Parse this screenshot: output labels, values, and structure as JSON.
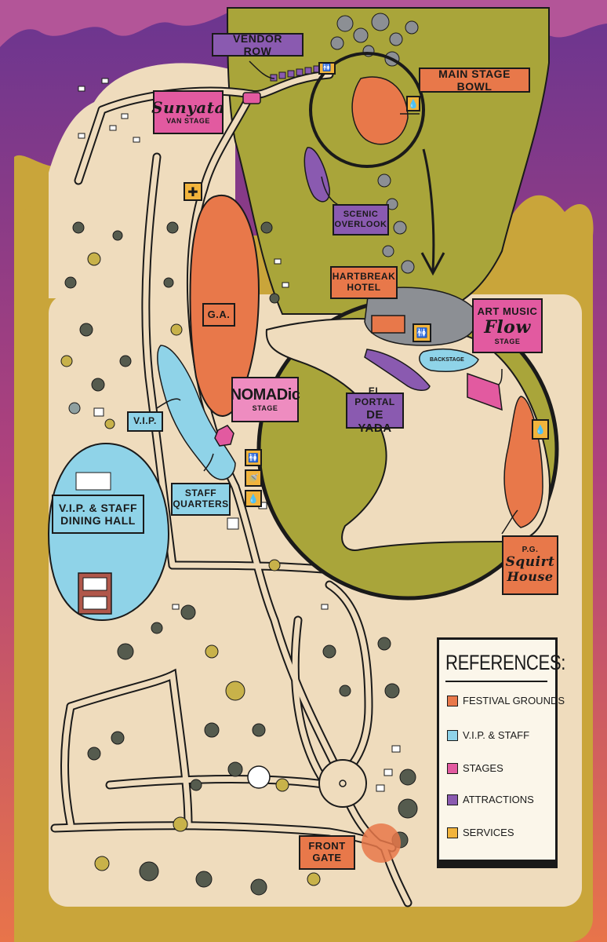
{
  "labels": {
    "vendor_row": "VENDOR ROW",
    "main_stage_bowl": "MAIN STAGE BOWL",
    "sunyata_name": "Sunyata",
    "sunyata_sub": "VAN STAGE",
    "scenic_overlook_1": "SCENIC",
    "scenic_overlook_2": "OVERLOOK",
    "hartbreak_1": "HARTBREAK",
    "hartbreak_2": "HOTEL",
    "art_music_1": "ART MUSIC",
    "art_music_flow": "Flow",
    "art_music_stage": "STAGE",
    "backstage": "BACKSTAGE",
    "ga": "G.A.",
    "nomadic_name": "NOMADic",
    "nomadic_sub": "STAGE",
    "el_portal_1": "EL PORTAL",
    "el_portal_2": "DE YADA",
    "vip": "V.I.P.",
    "staff_quarters_1": "STAFF",
    "staff_quarters_2": "QUARTERS",
    "dining_1": "V.I.P. & STAFF",
    "dining_2": "DINING HALL",
    "squirt_1": "P.G.",
    "squirt_2": "Squirt",
    "squirt_3": "House",
    "front_gate_1": "FRONT",
    "front_gate_2": "GATE"
  },
  "references": {
    "title": "REFERENCES:",
    "items": [
      {
        "label": "FESTIVAL GROUNDS",
        "color": "#e8784a"
      },
      {
        "label": "V.I.P. & STAFF",
        "color": "#8fd3e8"
      },
      {
        "label": "STAGES",
        "color": "#e25aa0"
      },
      {
        "label": "ATTRACTIONS",
        "color": "#8a5ab0"
      },
      {
        "label": "SERVICES",
        "color": "#f2b43c"
      }
    ]
  },
  "icons": {
    "medical": "medical-cross-icon",
    "restroom": "restroom-icon",
    "water": "water-drop-icon",
    "shower": "shower-icon",
    "van": "van-icon"
  },
  "colors": {
    "festival_grounds": "#e8784a",
    "vip_staff": "#8fd3e8",
    "stages": "#e25aa0",
    "attractions": "#8a5ab0",
    "services": "#f2b43c",
    "grass": "#a9a53a",
    "ground": "#efdcbd",
    "border": "#c9a53a",
    "sky": "#7a3f8c"
  }
}
